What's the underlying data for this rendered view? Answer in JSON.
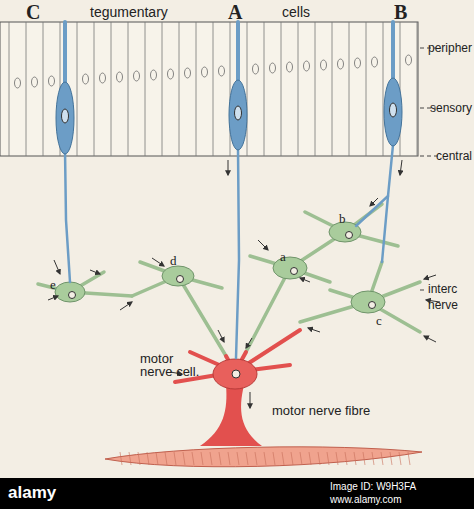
{
  "diagram": {
    "labels": [
      "C",
      "tegumentary",
      "A",
      "cells",
      "B",
      "peripher",
      "sensory",
      "central",
      "a",
      "b",
      "c",
      "d",
      "e",
      "interc",
      "nerve",
      "motor nerve cell.",
      "motor nerve fibre",
      "alamy",
      "Image ID: W9H3FA",
      "www.alamy.com"
    ]
  }
}
